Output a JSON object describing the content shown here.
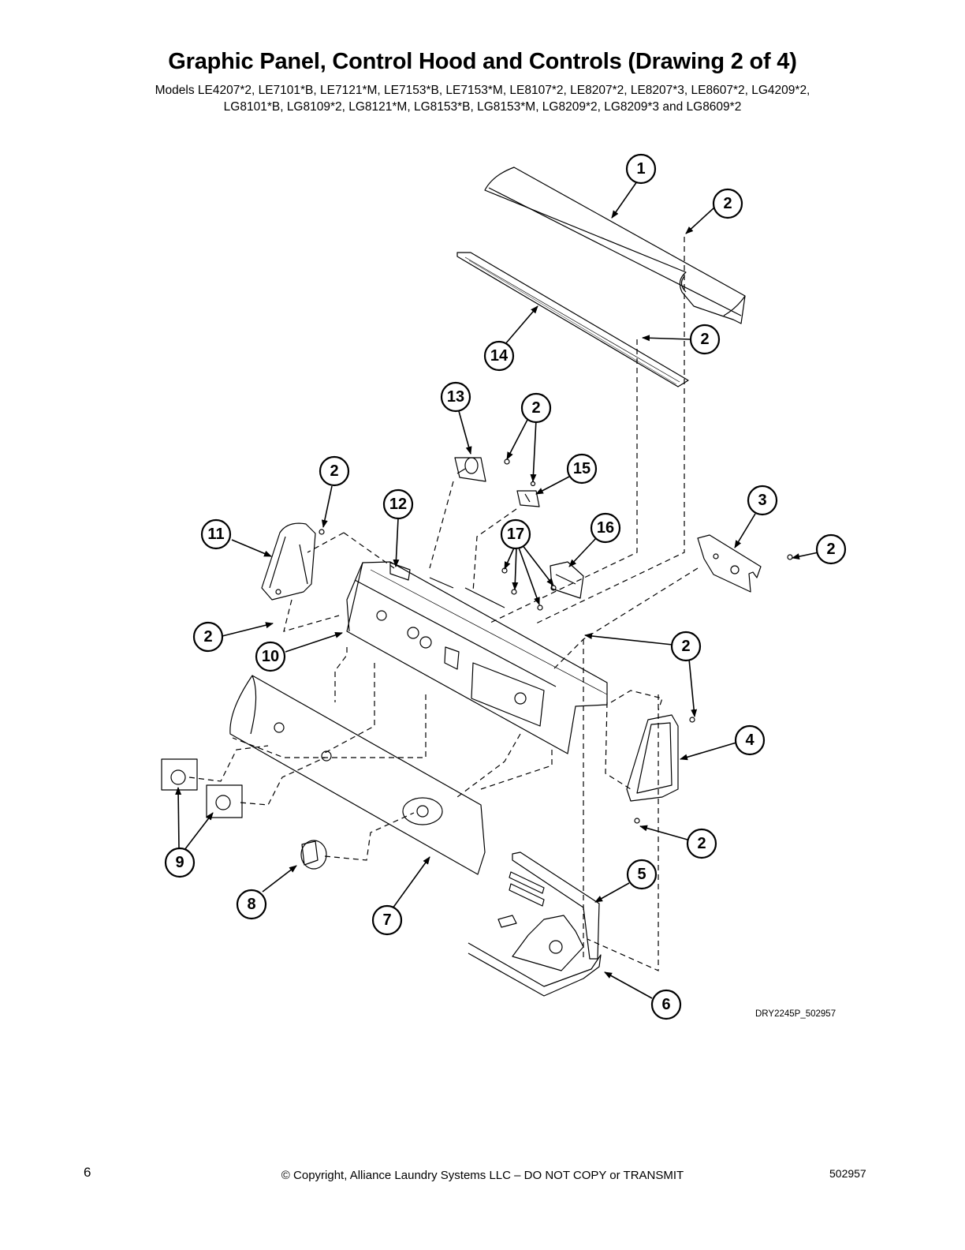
{
  "header": {
    "title": "Graphic Panel, Control Hood and Controls (Drawing 2 of 4)",
    "models_line1": "Models LE4207*2, LE7101*B, LE7121*M, LE7153*B, LE7153*M, LE8107*2, LE8207*2, LE8207*3, LE8607*2, LG4209*2,",
    "models_line2": "LG8101*B, LG8109*2, LG8121*M, LG8153*B, LG8153*M, LG8209*2, LG8209*3 and LG8609*2"
  },
  "callouts": [
    {
      "id": "c1",
      "label": "1"
    },
    {
      "id": "c2a",
      "label": "2"
    },
    {
      "id": "c2b",
      "label": "2"
    },
    {
      "id": "c14",
      "label": "14"
    },
    {
      "id": "c13",
      "label": "13"
    },
    {
      "id": "c2c",
      "label": "2"
    },
    {
      "id": "c15",
      "label": "15"
    },
    {
      "id": "c2d",
      "label": "2"
    },
    {
      "id": "c12",
      "label": "12"
    },
    {
      "id": "c11",
      "label": "11"
    },
    {
      "id": "c17",
      "label": "17"
    },
    {
      "id": "c16",
      "label": "16"
    },
    {
      "id": "c3",
      "label": "3"
    },
    {
      "id": "c2e",
      "label": "2"
    },
    {
      "id": "c2f",
      "label": "2"
    },
    {
      "id": "c10",
      "label": "10"
    },
    {
      "id": "c2g",
      "label": "2"
    },
    {
      "id": "c4",
      "label": "4"
    },
    {
      "id": "c9",
      "label": "9"
    },
    {
      "id": "c2h",
      "label": "2"
    },
    {
      "id": "c5",
      "label": "5"
    },
    {
      "id": "c8",
      "label": "8"
    },
    {
      "id": "c7",
      "label": "7"
    },
    {
      "id": "c6",
      "label": "6"
    }
  ],
  "drawing_id": "DRY2245P_502957",
  "footer": {
    "page_number": "6",
    "copyright": "© Copyright, Alliance Laundry Systems LLC – DO NOT COPY or TRANSMIT",
    "doc_number": "502957"
  }
}
